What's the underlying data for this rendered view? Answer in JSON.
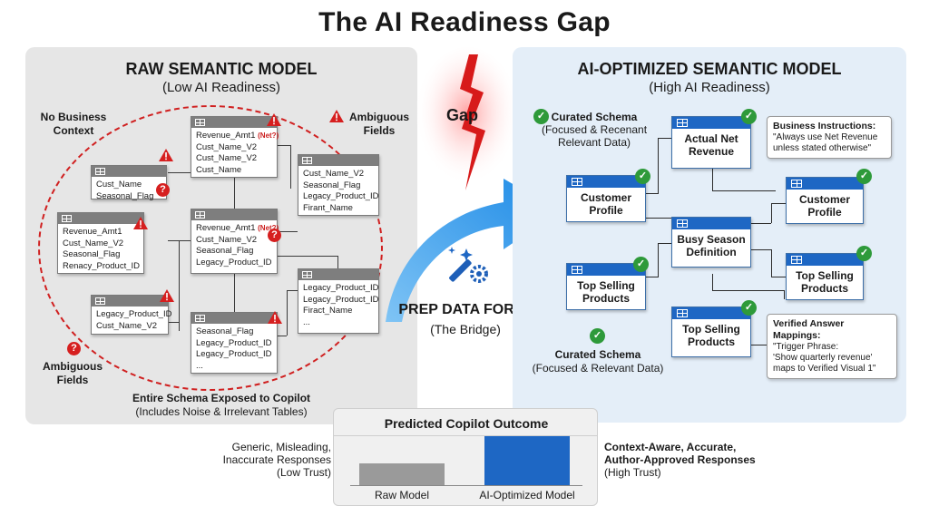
{
  "title": "The AI Readiness Gap",
  "left": {
    "title": "RAW SEMANTIC MODEL",
    "subtitle": "(Low AI Readiness)",
    "no_context": [
      "No Business",
      "Context"
    ],
    "ambiguous_top": [
      "Ambiguous",
      "Fields"
    ],
    "ambiguous_bottom": [
      "Ambiguous",
      "Fields"
    ],
    "footer_1": "Entire Schema Exposed to Copilot",
    "footer_2": "(Includes Noise & Irrelevant Tables)",
    "net_flag": "(Net?)",
    "tables": {
      "t1": [
        "Cust_Name",
        "Seasonal_Flag"
      ],
      "t2": [
        "Revenue_Amt1",
        "Cust_Name_V2",
        "Cust_Name_V2",
        "Cust_Name"
      ],
      "t3": [
        "Cust_Name_V2",
        "Seasonal_Flag",
        "Legacy_Product_ID",
        "Firant_Name"
      ],
      "t4": [
        "Revenue_Amt1",
        "Cust_Name_V2",
        "Seasonal_Flag",
        "Renacy_Product_ID"
      ],
      "t5": [
        "Revenue_Amt1",
        "Cust_Name_V2",
        "Seasonal_Flag",
        "Legacy_Product_ID"
      ],
      "t6": [
        "Legacy_Product_ID",
        "Cust_Name_V2"
      ],
      "t7": [
        "Legacy_Product_ID",
        "Legacy_Product_ID",
        "Firact_Name",
        "..."
      ],
      "t8": [
        "Seasonal_Flag",
        "Legacy_Product_ID",
        "Legacy_Product_ID",
        "..."
      ]
    }
  },
  "middle": {
    "gap": "Gap",
    "bridge_title": "PREP DATA FOR AI",
    "bridge_sub": "(The Bridge)"
  },
  "right": {
    "title": "AI-OPTIMIZED SEMANTIC MODEL",
    "subtitle": "(High AI Readiness)",
    "curated_top": [
      "Curated Schema",
      "(Focused & Recenant",
      "Relevant Data)"
    ],
    "curated_bottom": [
      "Curated Schema",
      "(Focused & Relevant Data)"
    ],
    "business_instructions": {
      "title": "Business Instructions:",
      "lines": [
        "\"Always use Net Revenue",
        "unless stated otherwise\""
      ]
    },
    "verified_mappings": {
      "title": "Verified Answer Mappings:",
      "lines": [
        "\"Trigger Phrase:",
        "'Show quarterly revenue'",
        "maps to Verified Visual 1\""
      ]
    },
    "tables": {
      "actual_net_revenue": [
        "Actual Net",
        "Revenue"
      ],
      "customer_profile_a": [
        "Customer",
        "Profile"
      ],
      "customer_profile_b": [
        "Customer",
        "Profile"
      ],
      "busy_season": [
        "Busy Season",
        "Definition"
      ],
      "top_selling_a": [
        "Top Selling",
        "Products"
      ],
      "top_selling_b": [
        "Top Selling",
        "Products"
      ],
      "top_selling_c": [
        "Top Selling",
        "Products"
      ]
    }
  },
  "outcome": {
    "title": "Predicted Copilot Outcome",
    "left_text": [
      "Generic, Misleading,",
      "Inaccurate Responses",
      "(Low Trust)"
    ],
    "right_text": [
      "Context-Aware, Accurate,",
      "Author-Approved Responses",
      "(High Trust)"
    ],
    "colors": {
      "raw": "#9a9a9a",
      "optimized": "#1e67c4"
    }
  },
  "chart_data": {
    "type": "bar",
    "title": "Predicted Copilot Outcome",
    "categories": [
      "Raw Model",
      "AI-Optimized Model"
    ],
    "values": [
      0.45,
      1.0
    ],
    "xlabel": "",
    "ylabel": ""
  },
  "colors": {
    "accent_blue": "#1e67c4",
    "warning_red": "#d61f1f",
    "check_green": "#2e9a3a"
  }
}
